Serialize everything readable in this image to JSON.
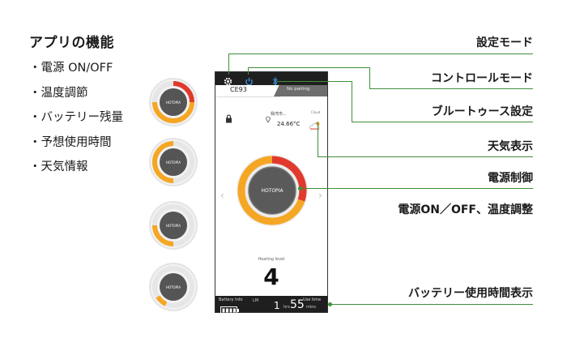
{
  "features": {
    "title": "アプリの機能",
    "items": [
      "・電源 ON/OFF",
      "・温度調節",
      "・バッテリー残量",
      "・予想使用時間",
      "・天気情報"
    ]
  },
  "callouts": {
    "settings_mode": "設定モード",
    "control_mode": "コントロールモード",
    "bluetooth": "ブルートゥース設定",
    "weather": "天気表示",
    "power_control": "電源制御",
    "power_temp": "電源ON／OFF、温度調整",
    "battery_time": "バッテリー使用時間表示"
  },
  "phone": {
    "device_name": "CE93",
    "pairing_tab": "No pairing",
    "location": "我湾市...",
    "weather_label": "Cloud",
    "temperature": "24.66°C",
    "dial_logo": "HOTOPIA",
    "heating_level_label": "Heating level",
    "heating_level": "4",
    "battery_info_label": "Battery Info",
    "lm_label": "LM",
    "use_time_label": "Use time",
    "hours": "1",
    "hours_unit": "hrs",
    "minutes": "55",
    "minutes_unit": "mins"
  },
  "thumbnails": [
    {
      "logo": "HOTOPIA",
      "level": 0.75
    },
    {
      "logo": "HOTOPIA",
      "level": 0.5
    },
    {
      "logo": "HOTOPIA",
      "level": 0.25
    },
    {
      "logo": "HOTOPIA",
      "level": 0.1
    }
  ],
  "colors": {
    "accent_line": "#3f8f3a",
    "orange": "#f5a623",
    "red": "#e03a2f",
    "bluetooth": "#3b8fd9"
  }
}
